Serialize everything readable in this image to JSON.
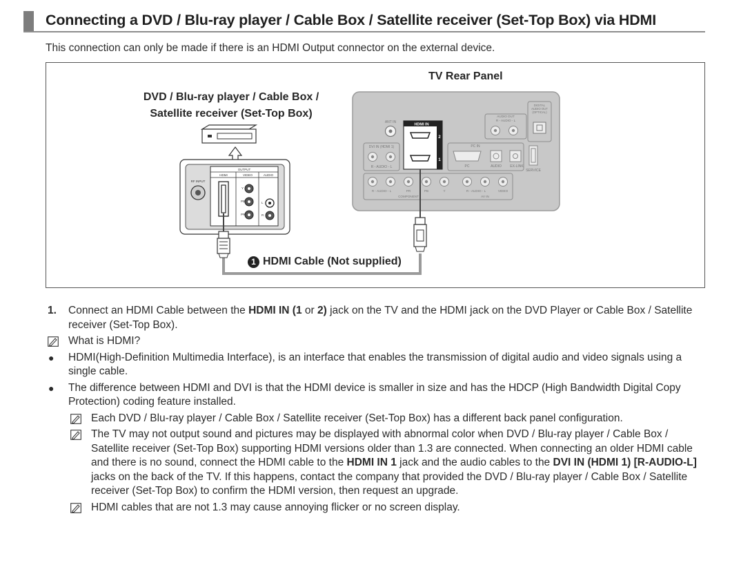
{
  "header": {
    "title": "Connecting a DVD / Blu-ray player / Cable Box / Satellite receiver (Set-Top Box) via HDMI"
  },
  "intro": "This connection can only be made if there is an HDMI Output connector on the external device.",
  "diagram": {
    "tv_panel_label": "TV Rear Panel",
    "device_label_line1": "DVD / Blu-ray player / Cable Box /",
    "device_label_line2": "Satellite receiver (Set-Top Box)",
    "cable_number": "1",
    "cable_label": "HDMI Cable (Not supplied)",
    "tv_ports": {
      "ant_in": "ANT IN",
      "hdmi_in": "HDMI IN",
      "hdmi_1": "1",
      "hdmi_2": "2",
      "audio_out": "AUDIO OUT",
      "audio_out_sub": "R - AUDIO - L",
      "digital_audio_out_1": "DIGITAL",
      "digital_audio_out_2": "AUDIO OUT",
      "digital_audio_out_3": "(OPTICAL)",
      "dvi_in": "DVI IN (HDMI 1)",
      "dvi_sub": "R - AUDIO - L",
      "pc_in": "PC IN",
      "pc": "PC",
      "audio": "AUDIO",
      "ex_link": "EX-LINK",
      "service": "SERVICE",
      "component_audio": "R - AUDIO - L",
      "pr": "PR",
      "pb": "PB",
      "y": "Y",
      "component": "COMPONENT",
      "av_audio": "R - AUDIO - L",
      "video": "VIDEO",
      "av_in": "AV IN"
    },
    "device_ports": {
      "rf_input": "RF INPUT",
      "output": "OUTPUT",
      "hdmi": "HDMI",
      "video": "VIDEO",
      "audio": "AUDIO",
      "y": "Y",
      "pb": "PB",
      "pr": "PR",
      "l": "L",
      "r": "R"
    }
  },
  "step1": {
    "number": "1.",
    "part1": "Connect an HDMI Cable between the ",
    "bold1": "HDMI IN (1",
    "part2": " or ",
    "bold2": "2)",
    "part3": " jack on the TV and the HDMI jack on the DVD Player or Cable Box / Satellite receiver (Set-Top Box)."
  },
  "what_is_hdmi": "What is HDMI?",
  "bullets": [
    "HDMI(High-Definition Multimedia Interface), is an interface that enables the transmission of digital audio and video signals using a single cable.",
    "The difference between HDMI and DVI is that the HDMI device is smaller in size and has the HDCP (High Bandwidth Digital Copy Protection) coding feature installed."
  ],
  "note1": "Each DVD / Blu-ray player / Cable Box / Satellite receiver (Set-Top Box) has a different back panel configuration.",
  "note2": {
    "part1": "The TV may not output sound and pictures may be displayed with abnormal color when DVD / Blu-ray player / Cable Box / Satellite receiver (Set-Top Box) supporting HDMI versions older than 1.3 are connected. When connecting an older HDMI cable and there is no sound, connect the HDMI cable to the ",
    "bold1": "HDMI IN 1",
    "part2": " jack and the audio cables to the ",
    "bold2": "DVI IN (HDMI 1) [R-AUDIO-L]",
    "part3": " jacks on the back of the TV. If this happens, contact the company that provided the DVD / Blu-ray player / Cable Box / Satellite receiver (Set-Top Box) to confirm the HDMI version, then request an upgrade."
  },
  "note3": "HDMI cables that are not 1.3 may cause annoying flicker or no screen display."
}
